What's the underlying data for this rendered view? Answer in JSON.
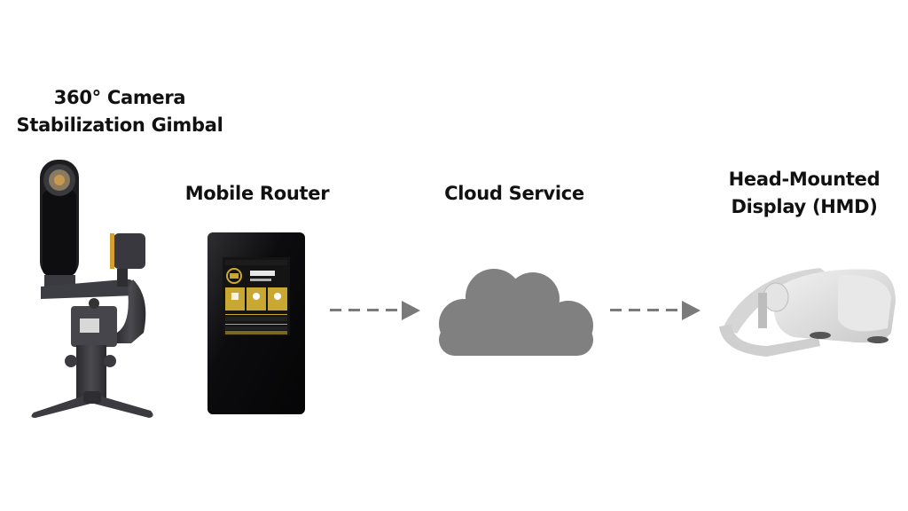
{
  "diagram": {
    "nodes": [
      {
        "id": "gimbal",
        "label_lines": [
          "360° Camera",
          "Stabilization Gimbal"
        ],
        "icon": "camera-gimbal-icon"
      },
      {
        "id": "router",
        "label_lines": [
          "Mobile Router"
        ],
        "icon": "mobile-router-icon"
      },
      {
        "id": "cloud",
        "label_lines": [
          "Cloud Service"
        ],
        "icon": "cloud-icon"
      },
      {
        "id": "hmd",
        "label_lines": [
          "Head-Mounted",
          "Display (HMD)"
        ],
        "icon": "vr-headset-icon"
      }
    ],
    "edges": [
      {
        "from": "router",
        "to": "cloud",
        "style": "dashed-arrow"
      },
      {
        "from": "cloud",
        "to": "hmd",
        "style": "dashed-arrow"
      }
    ],
    "colors": {
      "arrow": "#7a7a7a",
      "cloud": "#808080",
      "text": "#111111",
      "router_accent": "#c8a832"
    }
  }
}
